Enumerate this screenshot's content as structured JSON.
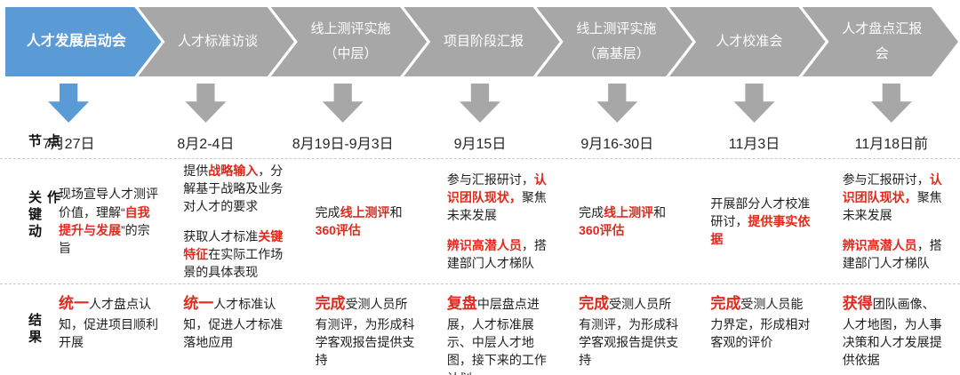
{
  "colors": {
    "blue": "#5B9BD5",
    "gray": "#A7A7A7",
    "red": "#E02A1D",
    "separator": "#C9C9C9"
  },
  "row_labels": {
    "node": "节点",
    "actions": "关键动作",
    "results": "结果"
  },
  "phases": [
    {
      "title": "人才发展启动会",
      "active": true,
      "date": "7月27日",
      "actions": [
        [
          {
            "t": "现场宣导人才测评价值，理解“"
          },
          {
            "t": "自我提升与发展",
            "red": true
          },
          {
            "t": "”的宗旨"
          }
        ]
      ],
      "results": [
        [
          {
            "t": "统一",
            "red": true,
            "big": true
          },
          {
            "t": "人才盘点认知，促进项目顺利开展"
          }
        ]
      ]
    },
    {
      "title": "人才标准访谈",
      "active": false,
      "date": "8月2-4日",
      "actions": [
        [
          {
            "t": "提供"
          },
          {
            "t": "战略输入",
            "red": true
          },
          {
            "t": "，分解基于战略及业务对人才的要求"
          }
        ],
        [
          {
            "t": "获取人才标准"
          },
          {
            "t": "关键特征",
            "red": true
          },
          {
            "t": "在实际工作场景的具体表现"
          }
        ]
      ],
      "results": [
        [
          {
            "t": "统一",
            "red": true,
            "big": true
          },
          {
            "t": "人才标准认知，促进人才标准落地应用"
          }
        ]
      ]
    },
    {
      "title": "线上测评实施\n（中层）",
      "active": false,
      "date": "8月19日-9月3日",
      "actions": [
        [
          {
            "t": "完成"
          },
          {
            "t": "线上测评",
            "red": true
          },
          {
            "t": "和\n"
          },
          {
            "t": "360评估",
            "red": true
          }
        ]
      ],
      "results": [
        [
          {
            "t": "完成",
            "red": true,
            "big": true
          },
          {
            "t": "受测人员所有测评，为形成科学客观报告提供支持"
          }
        ]
      ]
    },
    {
      "title": "项目阶段汇报",
      "active": false,
      "date": "9月15日",
      "actions": [
        [
          {
            "t": "参与汇报研讨，"
          },
          {
            "t": "认识团队现状，",
            "red": true
          },
          {
            "t": "聚焦未来发展"
          }
        ],
        [
          {
            "t": "辨识高潜人员",
            "red": true
          },
          {
            "t": "，搭建部门人才梯队"
          }
        ]
      ],
      "results": [
        [
          {
            "t": "复盘",
            "red": true,
            "big": true
          },
          {
            "t": "中层盘点进展，人才标准展示、中层人才地图，接下来的工作计划"
          }
        ]
      ]
    },
    {
      "title": "线上测评实施\n（高基层）",
      "active": false,
      "date": "9月16-30日",
      "actions": [
        [
          {
            "t": "完成"
          },
          {
            "t": "线上测评",
            "red": true
          },
          {
            "t": "和\n"
          },
          {
            "t": "360评估",
            "red": true
          }
        ]
      ],
      "results": [
        [
          {
            "t": "完成",
            "red": true,
            "big": true
          },
          {
            "t": "受测人员所有测评，为形成科学客观报告提供支持"
          }
        ]
      ]
    },
    {
      "title": "人才校准会",
      "active": false,
      "date": "11月3日",
      "actions": [
        [
          {
            "t": "开展部分人才校准研讨，"
          },
          {
            "t": "提供事实依据",
            "red": true
          }
        ]
      ],
      "results": [
        [
          {
            "t": "完成",
            "red": true,
            "big": true
          },
          {
            "t": "受测人员能力界定，形成相对客观的评价"
          }
        ]
      ]
    },
    {
      "title": "人才盘点汇报\n会",
      "active": false,
      "date": "11月18日前",
      "actions": [
        [
          {
            "t": "参与汇报研讨，"
          },
          {
            "t": "认识团队现状，",
            "red": true
          },
          {
            "t": "聚焦未来发展"
          }
        ],
        [
          {
            "t": "辨识高潜人员",
            "red": true
          },
          {
            "t": "，搭建部门人才梯队"
          }
        ]
      ],
      "results": [
        [
          {
            "t": "获得",
            "red": true,
            "big": true
          },
          {
            "t": "团队画像、人才地图，为人事决策和人才发展提供依据"
          }
        ]
      ]
    }
  ]
}
